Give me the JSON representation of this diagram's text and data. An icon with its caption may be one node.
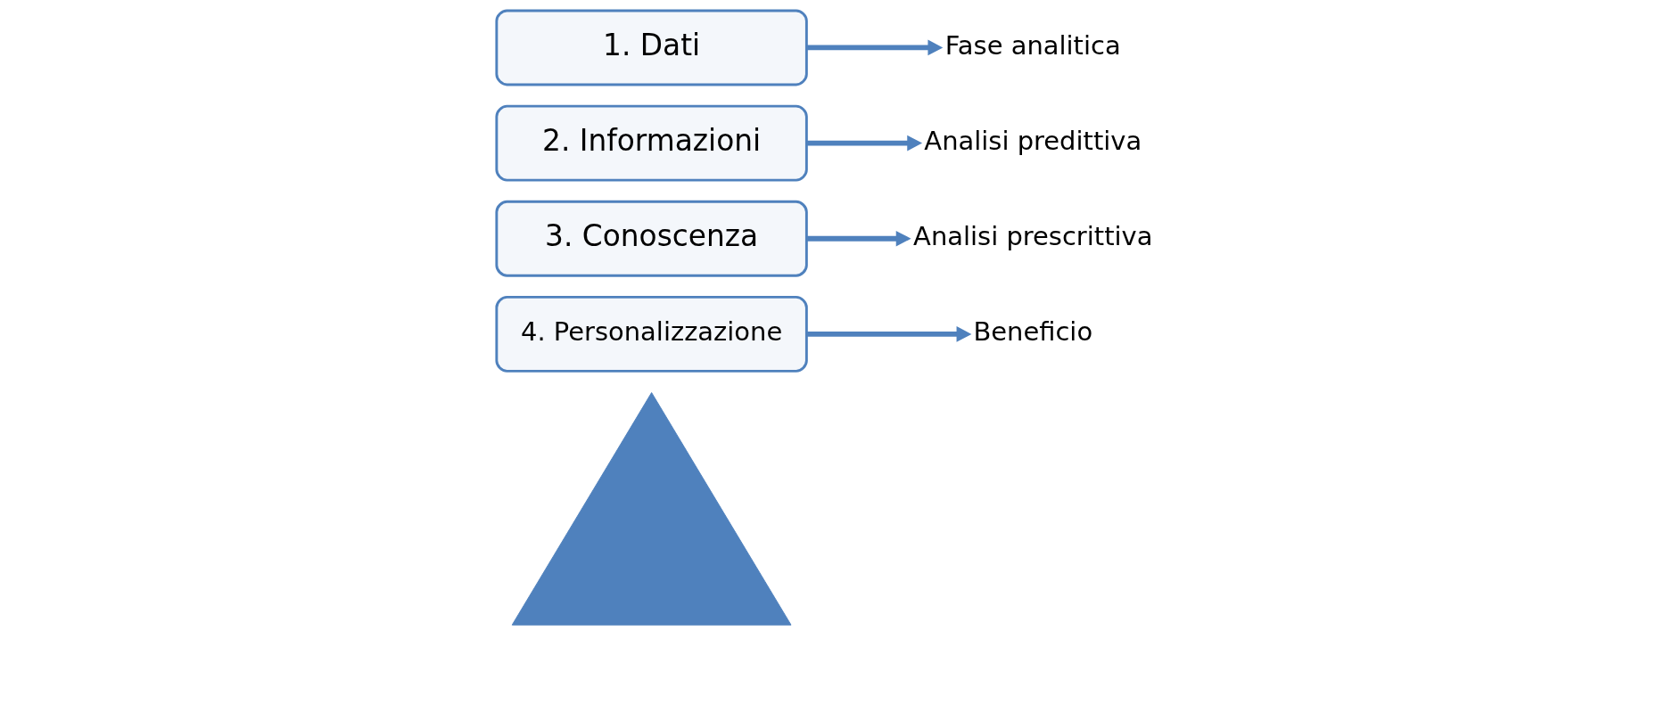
{
  "diagram": {
    "nodes": [
      {
        "text": [],
        "shape": "triangle"
      },
      {
        "text": [
          "4. Personalizzazione"
        ]
      },
      {
        "text": [
          "3. Conoscenza"
        ]
      },
      {
        "text": [
          "2. Informazioni"
        ]
      },
      {
        "text": [
          "1. Dati"
        ]
      },
      {
        "text": [
          "Beneficio"
        ]
      },
      {
        "text": [
          "Analisi prescrittiva"
        ]
      },
      {
        "text": [
          "Analisi predittiva"
        ]
      },
      {
        "text": [
          "Fase analitica"
        ]
      }
    ],
    "edges": [
      {
        "from": 1,
        "to": 5,
        "arrow": "to"
      },
      {
        "from": 2,
        "to": 6,
        "arrow": "to"
      },
      {
        "from": 3,
        "to": 7,
        "arrow": "to"
      },
      {
        "from": 4,
        "to": 8,
        "arrow": "to"
      }
    ]
  }
}
